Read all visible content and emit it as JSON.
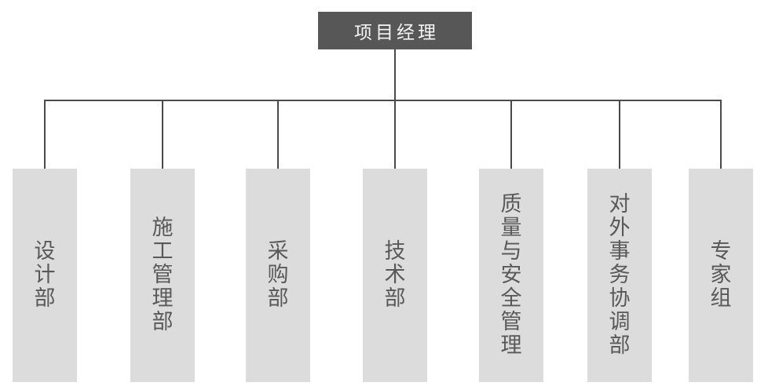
{
  "org_chart": {
    "root": {
      "label": "项目经理"
    },
    "departments": [
      {
        "label": "设计部"
      },
      {
        "label": "施工管理部"
      },
      {
        "label": "采购部"
      },
      {
        "label": "技术部"
      },
      {
        "label": "质量与安全管理"
      },
      {
        "label": "对外事务协调部"
      },
      {
        "label": "专家组"
      }
    ]
  },
  "colors": {
    "background": "#ffffff",
    "root_box_bg": "#575757",
    "root_box_text": "#f5f5f5",
    "dept_box_bg": "#dcdcdc",
    "dept_text": "#595959",
    "connector": "#4a4a4a"
  }
}
